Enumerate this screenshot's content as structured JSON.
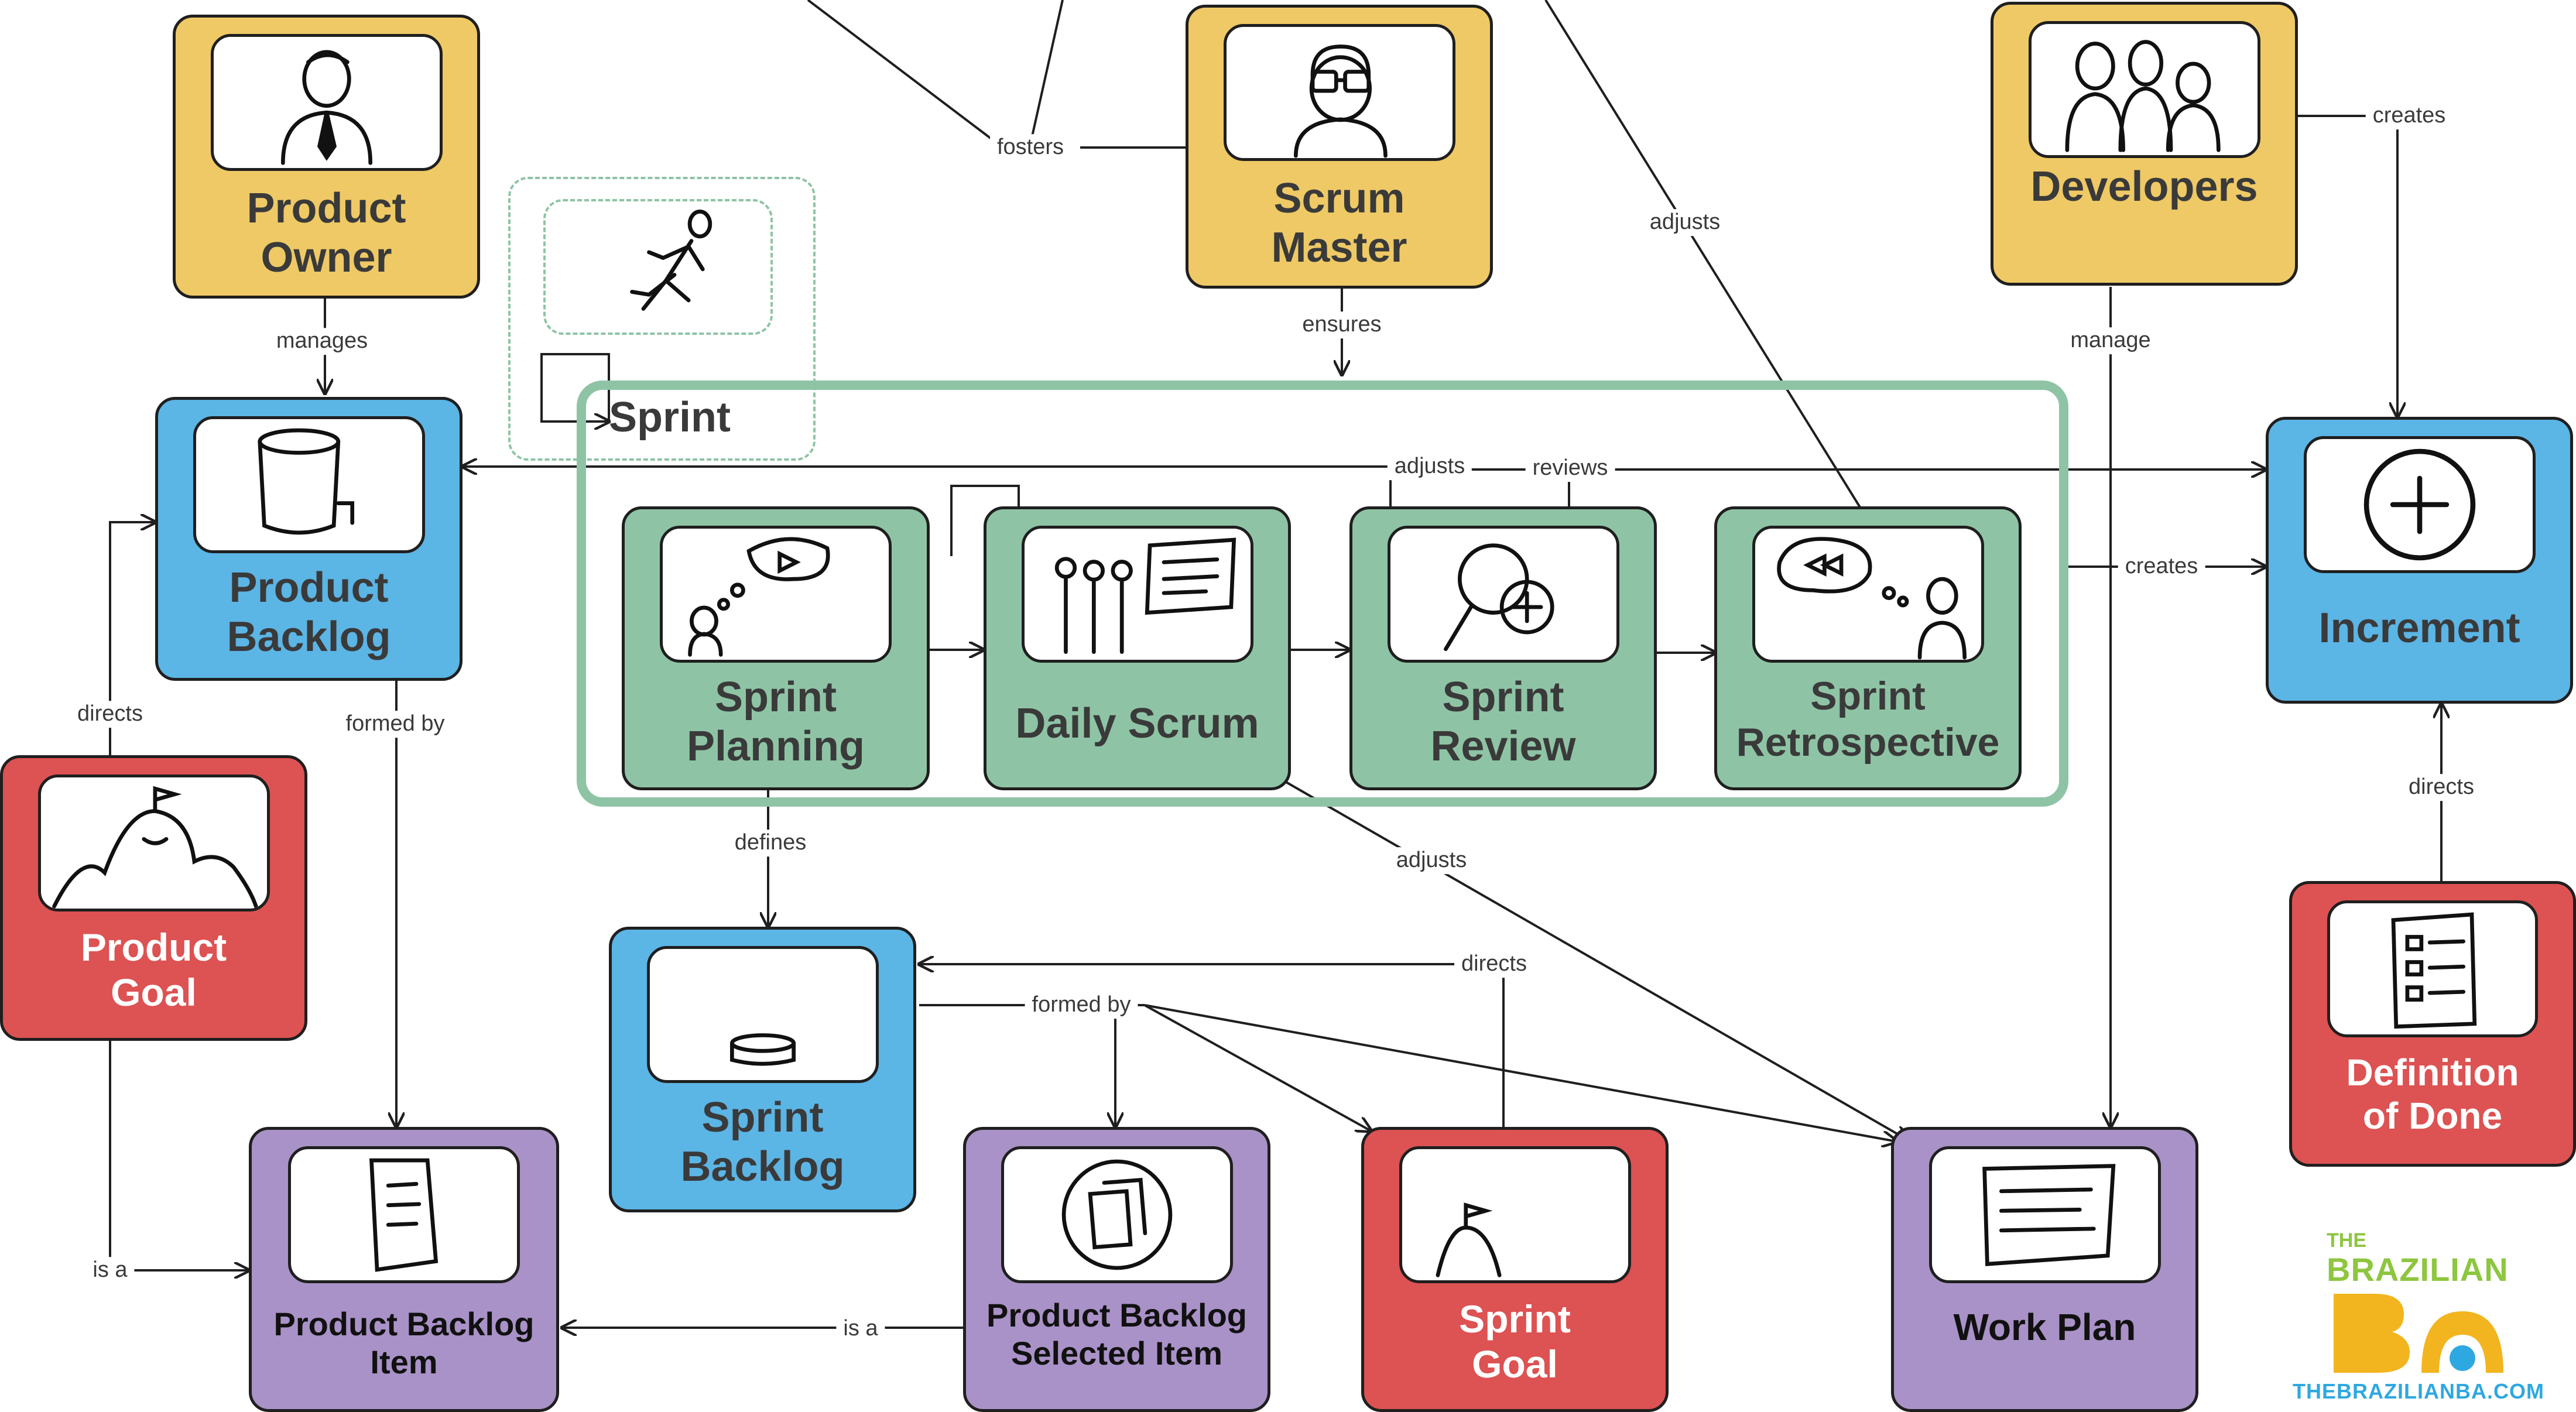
{
  "nodes": {
    "product_owner": {
      "label": "Product\nOwner",
      "icon": "person-with-tie-icon",
      "color": "#EEC965"
    },
    "scrum_master": {
      "label": "Scrum\nMaster",
      "icon": "person-with-glasses-icon",
      "color": "#EEC965"
    },
    "developers": {
      "label": "Developers",
      "icon": "group-of-people-icon",
      "color": "#EEC965"
    },
    "product_backlog": {
      "label": "Product\nBacklog",
      "icon": "cylinder-icon",
      "color": "#5BB5E5"
    },
    "increment": {
      "label": "Increment",
      "icon": "plus-circle-icon",
      "color": "#5BB5E5"
    },
    "sprint_planning": {
      "label": "Sprint\nPlanning",
      "icon": "thinking-person-icon",
      "color": "#8EC4A5"
    },
    "daily_scrum": {
      "label": "Daily Scrum",
      "icon": "standup-meeting-icon",
      "color": "#8EC4A5"
    },
    "sprint_review": {
      "label": "Sprint\nReview",
      "icon": "magnifier-plus-icon",
      "color": "#8EC4A5"
    },
    "sprint_retrospective": {
      "label": "Sprint\nRetrospective",
      "icon": "rewind-thought-icon",
      "color": "#8EC4A5"
    },
    "product_goal": {
      "label": "Product\nGoal",
      "icon": "mountain-flag-icon",
      "color": "#DD5252"
    },
    "sprint_backlog": {
      "label": "Sprint\nBacklog",
      "icon": "small-cylinder-icon",
      "color": "#5BB5E5"
    },
    "definition_of_done": {
      "label": "Definition\nof Done",
      "icon": "checklist-icon",
      "color": "#DD5252"
    },
    "product_backlog_item": {
      "label": "Product Backlog\nItem",
      "icon": "document-icon",
      "color": "#A992C7"
    },
    "product_backlog_selected_item": {
      "label": "Product Backlog\nSelected Item",
      "icon": "documents-circle-icon",
      "color": "#A992C7"
    },
    "sprint_goal": {
      "label": "Sprint\nGoal",
      "icon": "hill-flag-icon",
      "color": "#DD5252"
    },
    "work_plan": {
      "label": "Work Plan",
      "icon": "plan-paper-icon",
      "color": "#A992C7"
    }
  },
  "sprint": {
    "title": "Sprint",
    "icon": "running-person-icon",
    "color": "#8EC4A5"
  },
  "edges": {
    "fosters": "fosters",
    "adjusts_sm": "adjusts",
    "creates_dev": "creates",
    "manages": "manages",
    "ensures": "ensures",
    "manage": "manage",
    "adjusts_pb": "adjusts",
    "reviews": "reviews",
    "creates_sprint": "creates",
    "directs_pg": "directs",
    "formed_by_pb": "formed by",
    "defines": "defines",
    "adjusts_wp": "adjusts",
    "directs_dod": "directs",
    "directs_sg": "directs",
    "formed_by_sb": "formed by",
    "is_a_pg": "is a",
    "is_a_pbsi": "is a"
  },
  "brand": {
    "the": "THE",
    "name": "BRAZILIAN",
    "url": "THEBRAZILIANBA.COM",
    "primary": "#F2B51F",
    "secondary": "#2EA8E0",
    "accent": "#8DC63F"
  }
}
